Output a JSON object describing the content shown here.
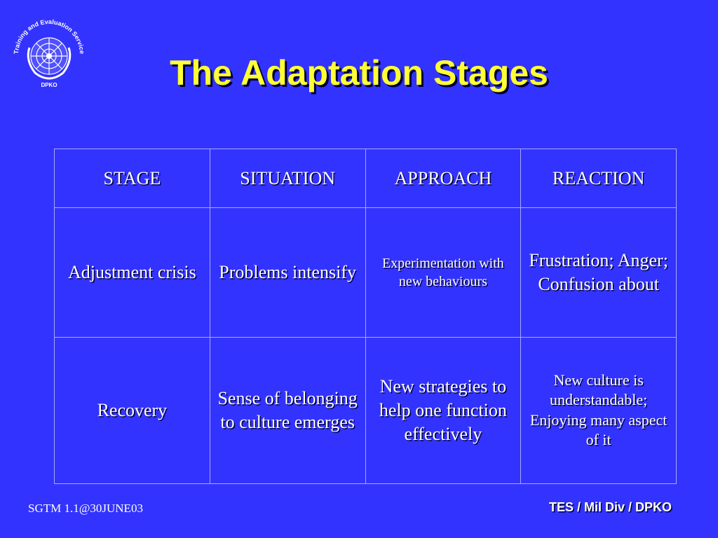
{
  "logo": {
    "top_text": "Training and Evaluation Service",
    "bottom_text": "DPKO"
  },
  "title": "The Adaptation Stages",
  "table": {
    "headers": [
      "STAGE",
      "SITUATION",
      "APPROACH",
      "REACTION"
    ],
    "rows": [
      [
        "Adjustment crisis",
        "Problems intensify",
        "Experimentation with new behaviours",
        "Frustration; Anger; Confusion about"
      ],
      [
        "Recovery",
        "Sense of belonging to culture emerges",
        "New strategies to help one function effectively",
        "New culture is understandable; Enjoying many aspect of it"
      ]
    ]
  },
  "footer": {
    "left": "SGTM 1.1@30JUNE03",
    "right": "TES / Mil Div / DPKO"
  },
  "colors": {
    "background": "#3333ff",
    "title": "#ffff33",
    "text": "#ffffff",
    "grid": "#a8a8ff"
  }
}
